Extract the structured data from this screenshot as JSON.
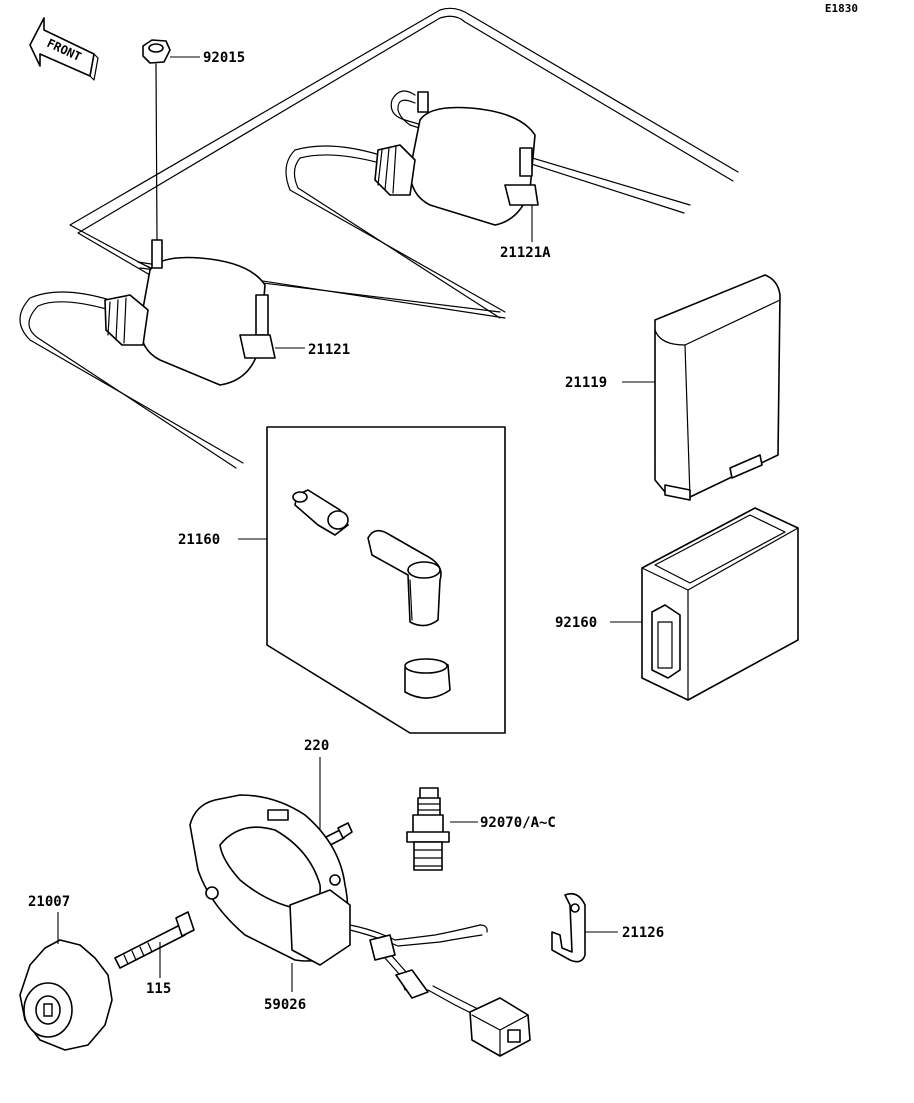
{
  "diagram_code": "E1830",
  "front_marker": "FRONT",
  "callouts": {
    "nut": "92015",
    "coil_rear": "21121A",
    "coil_front": "21121",
    "igniter": "21119",
    "cap_kit": "21160",
    "igniter_case": "92160",
    "bolt_short": "220",
    "spark_plug": "92070/A~C",
    "rotor": "21007",
    "bolt_long": "115",
    "stator": "59026",
    "clamp": "21126"
  },
  "colors": {
    "line": "#000000",
    "background": "#ffffff"
  }
}
